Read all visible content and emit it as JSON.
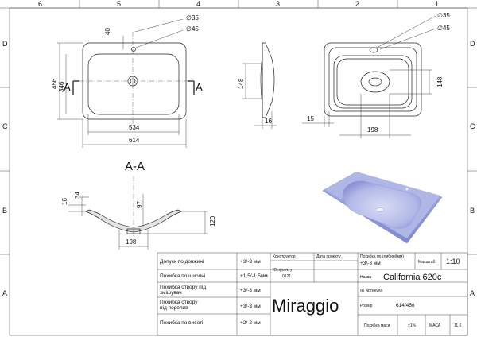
{
  "frame": {
    "columns": [
      "6",
      "5",
      "4",
      "3",
      "2",
      "1"
    ],
    "rows": [
      "D",
      "C",
      "B",
      "A"
    ]
  },
  "plan_view": {
    "dims": {
      "height_total": "456",
      "height_inner": "346",
      "width_inner": "534",
      "width_total": "614",
      "tap_offset": "40",
      "hole1": "∅35",
      "hole2": "∅45"
    },
    "section_markers": [
      "A",
      "A"
    ]
  },
  "side_view": {
    "dims": {
      "height": "148",
      "depth": "16"
    }
  },
  "top_right_view": {
    "dims": {
      "hole1": "∅35",
      "hole2": "∅45",
      "h148": "148",
      "depth": "15",
      "w198": "198"
    }
  },
  "section": {
    "title": "A-A",
    "dims": {
      "d16": "16",
      "d34": "34",
      "d97": "97",
      "d120": "120",
      "d198": "198"
    }
  },
  "title_block": {
    "rows": [
      {
        "label": "Допуск по довжині",
        "value": "+3/-3 мм"
      },
      {
        "label": "Похибка по ширині",
        "value": "+1,5/-1,5мм"
      },
      {
        "label": "Похибка отвору під змішувач",
        "value": "+3/-3 мм"
      },
      {
        "label": "Похибка отвору під перелив",
        "value": "+3/-3 мм"
      },
      {
        "label": "Похибка по висоті",
        "value": "+2/-2 мм"
      }
    ],
    "designer_label": "Конструктор",
    "project_date_label": "Дата проекту",
    "project_id_label": "ID проекту",
    "project_id_value": "0121",
    "brand": "Miraggio",
    "depth_tol_label": "Похибка по глибині(мм)",
    "depth_tol_value": "+3/-3 мм",
    "scale_label": "Масштаб",
    "scale_value": "1:10",
    "name_label": "Назва",
    "name_value": "California 620c",
    "article_label": "№ Артикула",
    "size_label": "Розмір",
    "size_value": "614/456",
    "mass_tol_label": "Похибка маси",
    "mass_tol_value": "±1%",
    "mass_label": "МАСА",
    "mass_value": "11.6"
  },
  "colors": {
    "basin_fill": "#9ea6dd",
    "basin_shade": "#c9cdf0",
    "line": "#222222"
  }
}
